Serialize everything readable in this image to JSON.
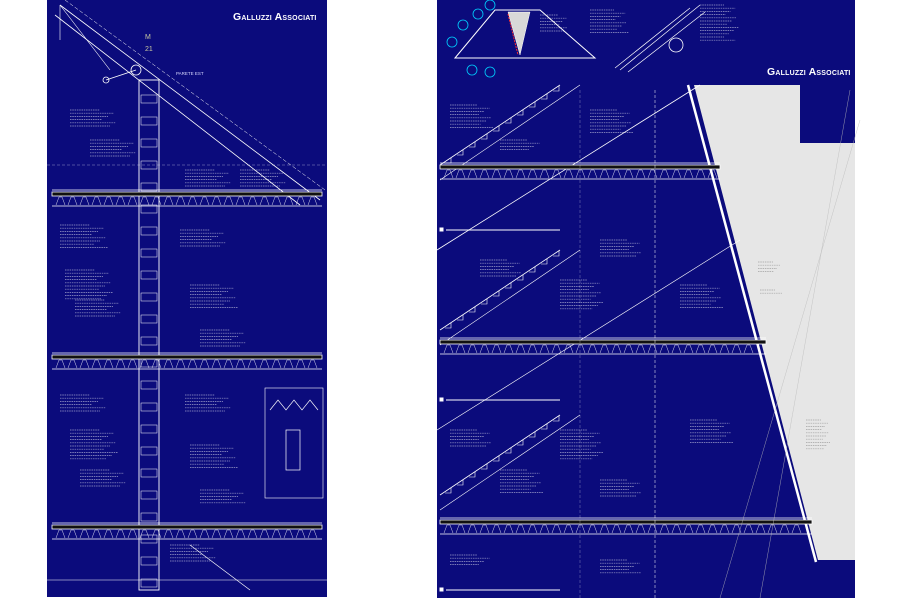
{
  "colors": {
    "background": "#ffffff",
    "blueprint": "#0b0b7c",
    "line": "#ffffff",
    "accent": "#00d0ff",
    "highlight": "#ff3030",
    "panel_gray": "#e6e6e6"
  },
  "left_sheet": {
    "logo": "Galluzzi Associati",
    "grid_letter": "M",
    "grid_number": "21",
    "wall_label": "PARETE EST"
  },
  "right_sheet": {
    "logo": "Galluzzi Associati"
  }
}
